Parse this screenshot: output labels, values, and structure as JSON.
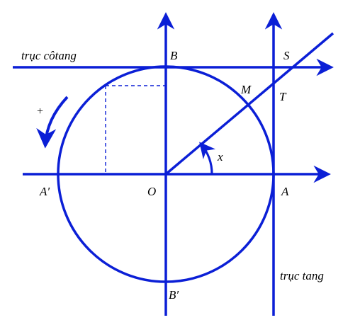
{
  "colors": {
    "line": "#0b1fd6",
    "text": "#000000",
    "background": "#ffffff"
  },
  "labels": {
    "cot_axis": "trục côtang",
    "tan_axis": "trục tang",
    "B": "B",
    "B_prime": "B′",
    "A": "A",
    "A_prime": "A′",
    "O": "O",
    "M": "M",
    "S": "S",
    "T": "T",
    "x": "x",
    "plus": "+"
  }
}
